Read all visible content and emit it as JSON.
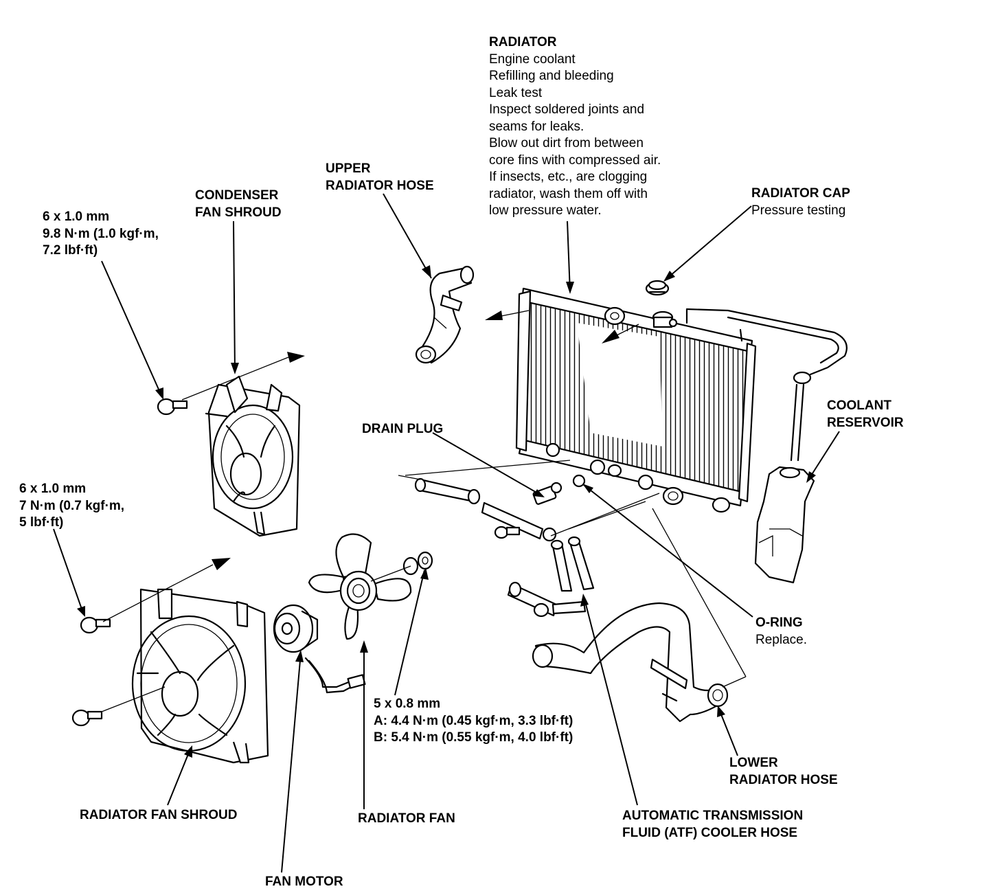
{
  "labels": {
    "radiator": {
      "title": "RADIATOR",
      "lines": [
        "Engine coolant",
        "Refilling and bleeding",
        "Leak test",
        "Inspect soldered joints and",
        "seams for leaks.",
        "Blow out dirt from between",
        "core fins with compressed air.",
        "If insects, etc., are clogging",
        "radiator, wash them off with",
        "low pressure water."
      ]
    },
    "upper_radiator_hose": [
      "UPPER",
      "RADIATOR HOSE"
    ],
    "condenser_fan_shroud": [
      "CONDENSER",
      "FAN SHROUD"
    ],
    "bolt_condenser": [
      "6 x 1.0 mm",
      "9.8 N·m (1.0 kgf·m,",
      "7.2 lbf·ft)"
    ],
    "radiator_cap": {
      "title": "RADIATOR CAP",
      "note": "Pressure testing"
    },
    "coolant_reservoir": [
      "COOLANT",
      "RESERVOIR"
    ],
    "drain_plug": "DRAIN PLUG",
    "bolt_radiator_fan": [
      "6 x 1.0 mm",
      "7 N·m (0.7 kgf·m,",
      "5 lbf·ft)"
    ],
    "o_ring": {
      "title": "O-RING",
      "note": "Replace."
    },
    "nut_fan": [
      "5 x 0.8 mm",
      "A: 4.4 N·m (0.45 kgf·m, 3.3 lbf·ft)",
      "B: 5.4 N·m (0.55 kgf·m, 4.0 lbf·ft)"
    ],
    "lower_radiator_hose": [
      "LOWER",
      "RADIATOR HOSE"
    ],
    "radiator_fan_shroud": "RADIATOR FAN SHROUD",
    "radiator_fan": "RADIATOR FAN",
    "atf_cooler_hose": [
      "AUTOMATIC TRANSMISSION",
      "FLUID (ATF) COOLER HOSE"
    ],
    "fan_motor": "FAN MOTOR"
  }
}
